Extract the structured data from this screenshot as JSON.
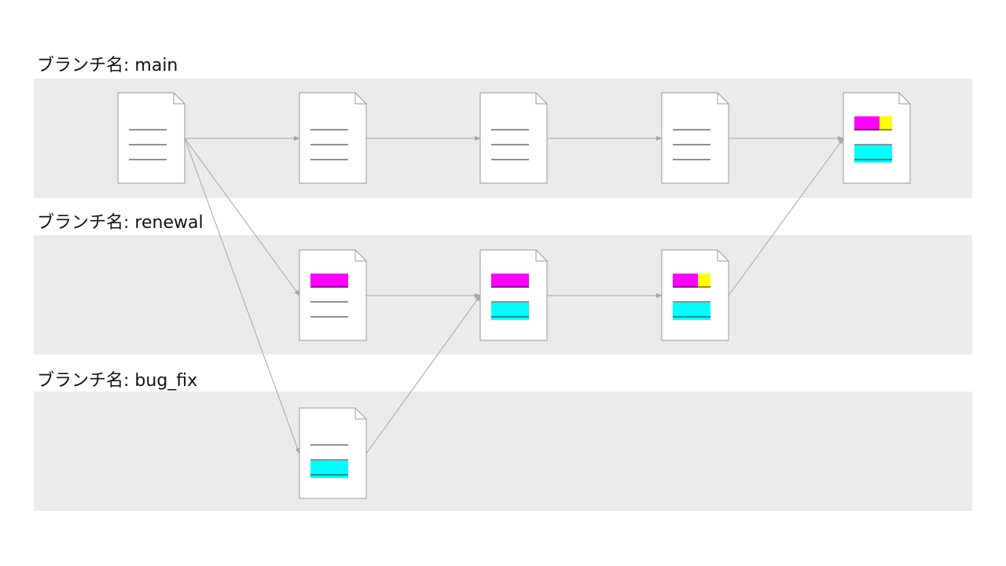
{
  "branches": [
    {
      "id": "main",
      "label": "ブランチ名: main"
    },
    {
      "id": "renewal",
      "label": "ブランチ名: renewal"
    },
    {
      "id": "bug_fix",
      "label": "ブランチ名: bug_fix"
    }
  ],
  "colors": {
    "lane_bg": "#ebebeb",
    "doc_border": "#9a9a9a",
    "arrow": "#a6a6a6",
    "highlight_magenta": "#ff00ff",
    "highlight_yellow": "#ffff00",
    "highlight_cyan": "#00ffff",
    "text_line": "#222222"
  },
  "documents": [
    {
      "id": "main-1",
      "branch": "main",
      "lines": [
        "plain",
        "plain",
        "plain"
      ]
    },
    {
      "id": "main-2",
      "branch": "main",
      "lines": [
        "plain",
        "plain",
        "plain"
      ]
    },
    {
      "id": "main-3",
      "branch": "main",
      "lines": [
        "plain",
        "plain",
        "plain"
      ]
    },
    {
      "id": "main-4",
      "branch": "main",
      "lines": [
        "plain",
        "plain",
        "plain"
      ]
    },
    {
      "id": "main-5",
      "branch": "main",
      "lines": [
        "magenta-yellow",
        "cyan"
      ]
    },
    {
      "id": "renewal-1",
      "branch": "renewal",
      "lines": [
        "magenta",
        "plain",
        "plain"
      ]
    },
    {
      "id": "renewal-2",
      "branch": "renewal",
      "lines": [
        "magenta",
        "cyan"
      ]
    },
    {
      "id": "renewal-3",
      "branch": "renewal",
      "lines": [
        "magenta-yellow",
        "cyan"
      ]
    },
    {
      "id": "bug_fix-1",
      "branch": "bug_fix",
      "lines": [
        "plain",
        "cyan"
      ]
    }
  ],
  "edges": [
    {
      "from": "main-1",
      "to": "main-2"
    },
    {
      "from": "main-2",
      "to": "main-3"
    },
    {
      "from": "main-3",
      "to": "main-4"
    },
    {
      "from": "main-4",
      "to": "main-5"
    },
    {
      "from": "main-1",
      "to": "renewal-1"
    },
    {
      "from": "main-1",
      "to": "bug_fix-1"
    },
    {
      "from": "renewal-1",
      "to": "renewal-2"
    },
    {
      "from": "renewal-2",
      "to": "renewal-3"
    },
    {
      "from": "renewal-3",
      "to": "main-5"
    },
    {
      "from": "bug_fix-1",
      "to": "renewal-2"
    }
  ]
}
